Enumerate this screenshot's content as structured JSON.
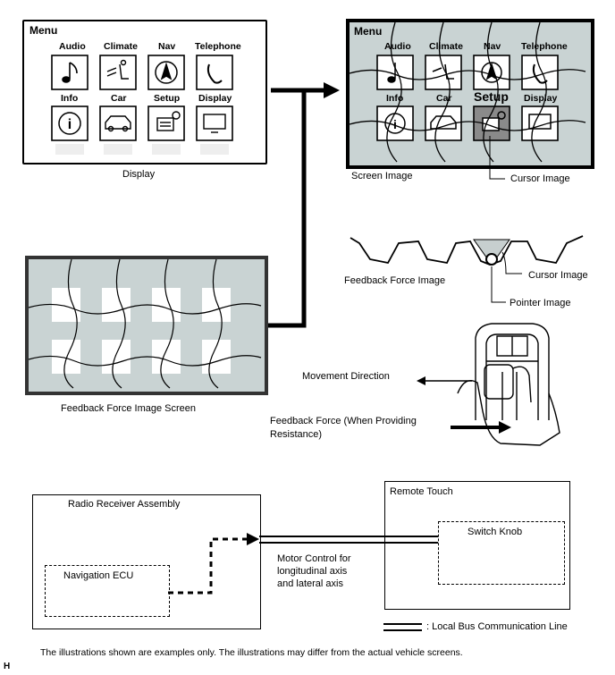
{
  "top_left": {
    "menu_title": "Menu",
    "items": [
      {
        "label": "Audio",
        "icon": "music-note-icon"
      },
      {
        "label": "Climate",
        "icon": "seat-airflow-icon"
      },
      {
        "label": "Nav",
        "icon": "compass-icon"
      },
      {
        "label": "Telephone",
        "icon": "phone-icon"
      },
      {
        "label": "Info",
        "icon": "info-icon"
      },
      {
        "label": "Car",
        "icon": "car-icon"
      },
      {
        "label": "Setup",
        "icon": "setup-gear-icon"
      },
      {
        "label": "Display",
        "icon": "monitor-icon"
      }
    ],
    "caption": "Display"
  },
  "top_right": {
    "menu_title": "Menu",
    "caption": "Screen Image",
    "cursor_label": "Cursor Image"
  },
  "feedback_screen": {
    "caption": "Feedback Force Image Screen"
  },
  "feedback_image": {
    "caption": "Feedback Force Image",
    "cursor_label": "Cursor Image",
    "pointer_label": "Pointer Image"
  },
  "knob": {
    "movement_label": "Movement Direction",
    "force_label_line1": "Feedback Force (When Providing",
    "force_label_line2": "Resistance)"
  },
  "block": {
    "radio_receiver": "Radio Receiver Assembly",
    "navigation_ecu": "Navigation ECU",
    "remote_touch": "Remote Touch",
    "switch_knob": "Switch Knob",
    "motor_line1": "Motor Control for",
    "motor_line2": "longitudinal axis",
    "motor_line3": "and lateral axis",
    "legend_label": ": Local Bus Communication Line"
  },
  "footnote": "The illustrations shown are examples only. The illustrations may differ from the actual vehicle screens.",
  "corner_mark": "H"
}
